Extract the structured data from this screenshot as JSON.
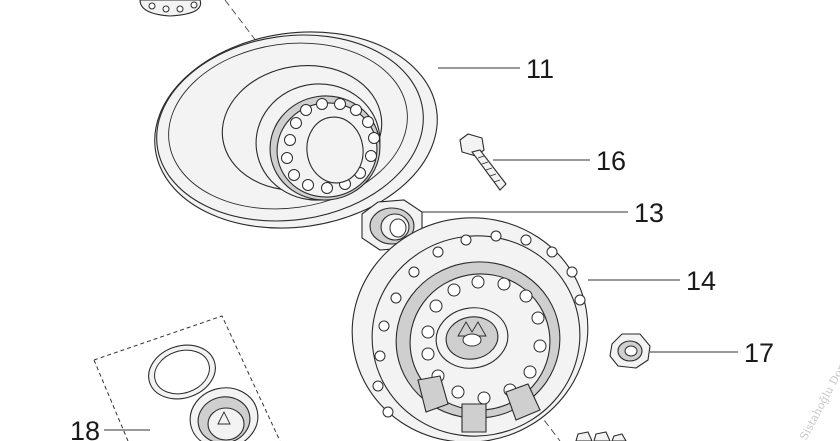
{
  "diagram": {
    "callouts": [
      {
        "id": "11",
        "label": "11"
      },
      {
        "id": "13",
        "label": "13"
      },
      {
        "id": "14",
        "label": "14"
      },
      {
        "id": "16",
        "label": "16"
      },
      {
        "id": "17",
        "label": "17"
      },
      {
        "id": "18",
        "label": "18"
      }
    ],
    "watermark": "Sistahoğlu Dorse"
  }
}
